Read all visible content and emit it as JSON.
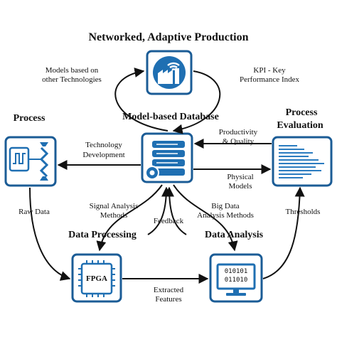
{
  "title": "Networked, Adaptive Production",
  "nodes": {
    "process": {
      "label": "Process",
      "icon": "signal-process-icon"
    },
    "database": {
      "label": "Model-based Database",
      "icon": "database-gear-icon"
    },
    "evaluation": {
      "label_line1": "Process",
      "label_line2": "Evaluation",
      "icon": "bar-lines-icon"
    },
    "processing": {
      "label": "Data Processing",
      "icon": "fpga-chip-icon",
      "chip_text": "FPGA"
    },
    "analysis": {
      "label": "Data Analysis",
      "icon": "monitor-binary-icon",
      "binary_line1": "010101",
      "binary_line2": "011010"
    },
    "factory": {
      "icon": "factory-wifi-icon"
    }
  },
  "edges": {
    "models_other_1": "Models based on",
    "models_other_2": "other Technologies",
    "kpi_1": "KPI - Key",
    "kpi_2": "Performance Index",
    "tech_dev_1": "Technology",
    "tech_dev_2": "Development",
    "productivity_1": "Productivity",
    "productivity_2": "& Quality",
    "physical_1": "Physical",
    "physical_2": "Models",
    "signal_1": "Signal Analysis",
    "signal_2": "Methods",
    "bigdata_1": "Big Data",
    "bigdata_2": "Analysis Methods",
    "feedback": "Feedback",
    "raw_data": "Raw Data",
    "thresholds": "Thresholds",
    "extracted_1": "Extracted",
    "extracted_2": "Features"
  },
  "colors": {
    "box_border": "#1b5c96",
    "box_fill": "#ffffff",
    "icon_blue": "#1f6fb2",
    "arrow": "#111111"
  }
}
